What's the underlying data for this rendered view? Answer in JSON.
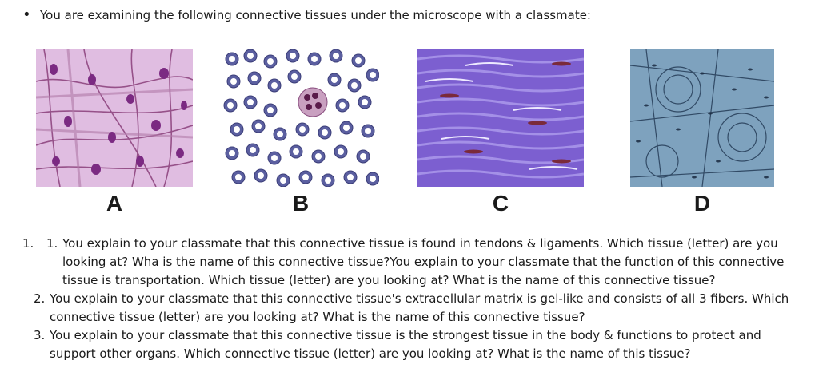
{
  "intro": {
    "bullet": "•",
    "text": "You are examining the following connective tissues under the microscope with a classmate:"
  },
  "figures": [
    {
      "letter": "A"
    },
    {
      "letter": "B"
    },
    {
      "letter": "C"
    },
    {
      "letter": "D"
    }
  ],
  "questions": {
    "outer_number": "1.",
    "items": [
      {
        "number": "1.",
        "text": "You explain to your classmate that this connective tissue is found in tendons & ligaments. Which tissue (letter) are you looking at? Wha is the name of this connective tissue?You explain to your classmate that the function of this connective tissue is transportation. Which tissue (letter) are you looking at? What is the name of this connective tissue?"
      },
      {
        "number": "2.",
        "text": "You explain to your classmate that this connective tissue's extracellular matrix is gel-like and consists of all 3 fibers. Which connective tissue (letter) are you looking at? What is the name of this connective tissue?"
      },
      {
        "number": "3.",
        "text": "You explain to your classmate that this connective tissue is the strongest tissue in the body & functions to protect and support other organs. Which connective tissue (letter) are you looking at? What is the name of this tissue?"
      }
    ]
  }
}
